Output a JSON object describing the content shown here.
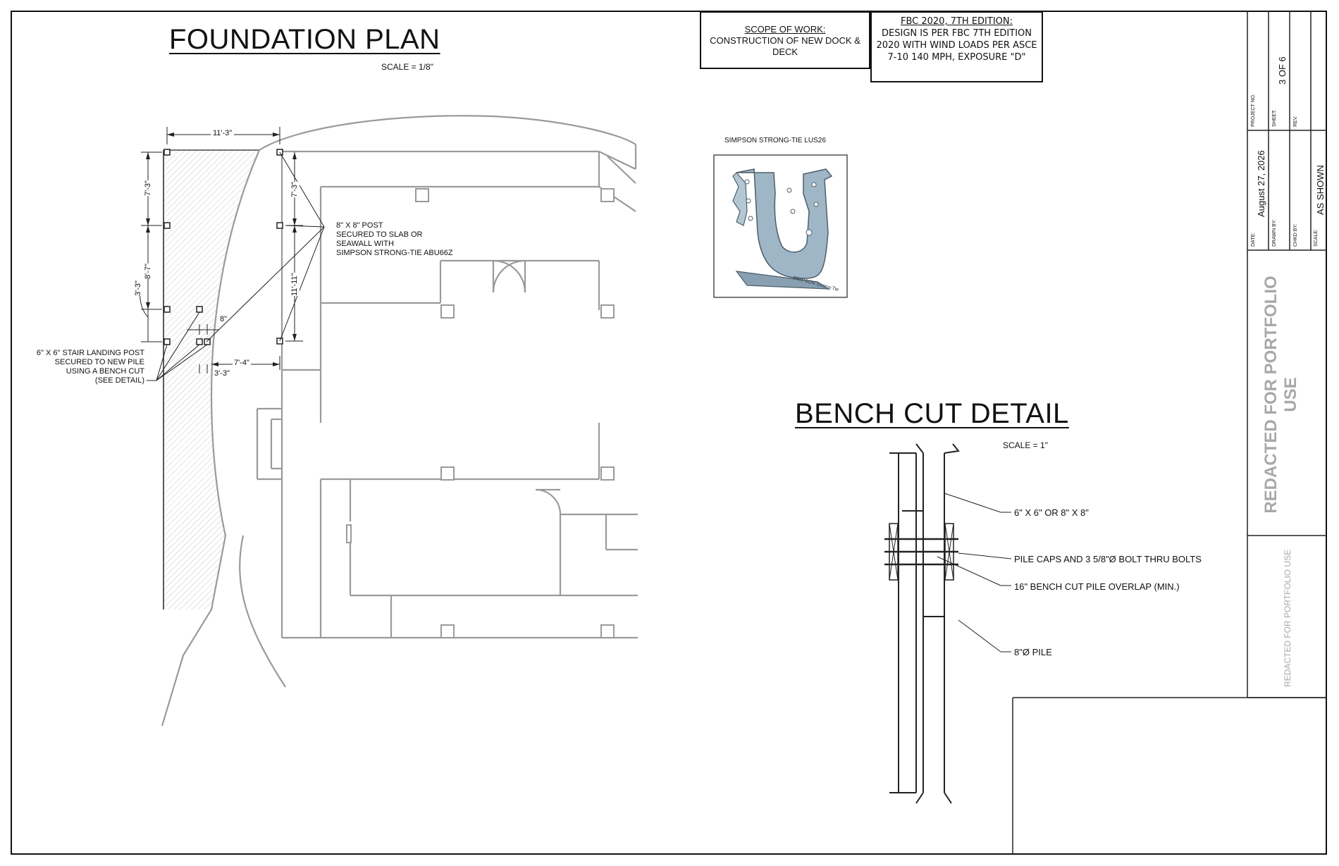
{
  "foundation_plan": {
    "title": "FOUNDATION PLAN",
    "scale": "SCALE = 1/8\"",
    "dims": {
      "top_width": "11'-3\"",
      "left_upper": "7'-3\"",
      "left_middle": "8'-7\"",
      "left_lower": "3'-3\"",
      "right_upper": "7'-3\"",
      "right_lower": "11'-11\"",
      "stair_gap": "8\"",
      "bottom_right": "7'-4\"",
      "bottom_small": "3'-3\""
    },
    "post_note": [
      "8\" X 8\" POST",
      "SECURED TO SLAB OR",
      "SEAWALL WITH",
      "SIMPSON STRONG-TIE ABU66Z"
    ],
    "stair_note": [
      "6\" X  6\" STAIR LANDING POST",
      "SECURED TO NEW PILE",
      "USING A BENCH CUT",
      "(SEE DETAIL)"
    ]
  },
  "scope_box": {
    "heading": "SCOPE OF WORK:",
    "body": "CONSTRUCTION OF NEW DOCK & DECK"
  },
  "code_box": {
    "heading": "FBC 2020, 7TH EDITION:",
    "body": "DESIGN IS PER FBC 7TH EDITION 2020 WITH WIND LOADS PER ASCE 7-10 140 MPH, EXPOSURE \"D\""
  },
  "hanger": {
    "caption": "SIMPSON STRONG-TIE LUS26",
    "stamp": "SIMPSON Strong-Tie"
  },
  "bench_cut": {
    "title": "BENCH CUT DETAIL",
    "scale": "SCALE = 1\"",
    "labels": {
      "post": "6\" X 6\" OR 8\" X 8\"",
      "bolts": "PILE CAPS AND 3 5/8\"Ø BOLT THRU BOLTS",
      "overlap": "16\" BENCH CUT PILE OVERLAP (MIN.)",
      "pile": "8\"Ø PILE"
    }
  },
  "title_block": {
    "project_no_label": "PROJECT NO.",
    "sheet_label": "SHEET:",
    "sheet_value": "3 OF 6",
    "rev_label": "REV.",
    "date_label": "DATE:",
    "date_value": "August 27, 2026",
    "drawn_by_label": "DRAWN BY:",
    "chkd_by_label": "CHKD BY:",
    "scale_label": "SCALE:",
    "scale_value": "AS SHOWN",
    "redacted_big": "REDACTED FOR PORTFOLIO USE",
    "redacted_small": "REDACTED FOR PORTFOLIO USE"
  },
  "colors": {
    "ink": "#111111",
    "existing_structure": "#9a9a9a",
    "redacted_text": "#a8a8a8",
    "hanger_fill": "#9fb6c6"
  }
}
